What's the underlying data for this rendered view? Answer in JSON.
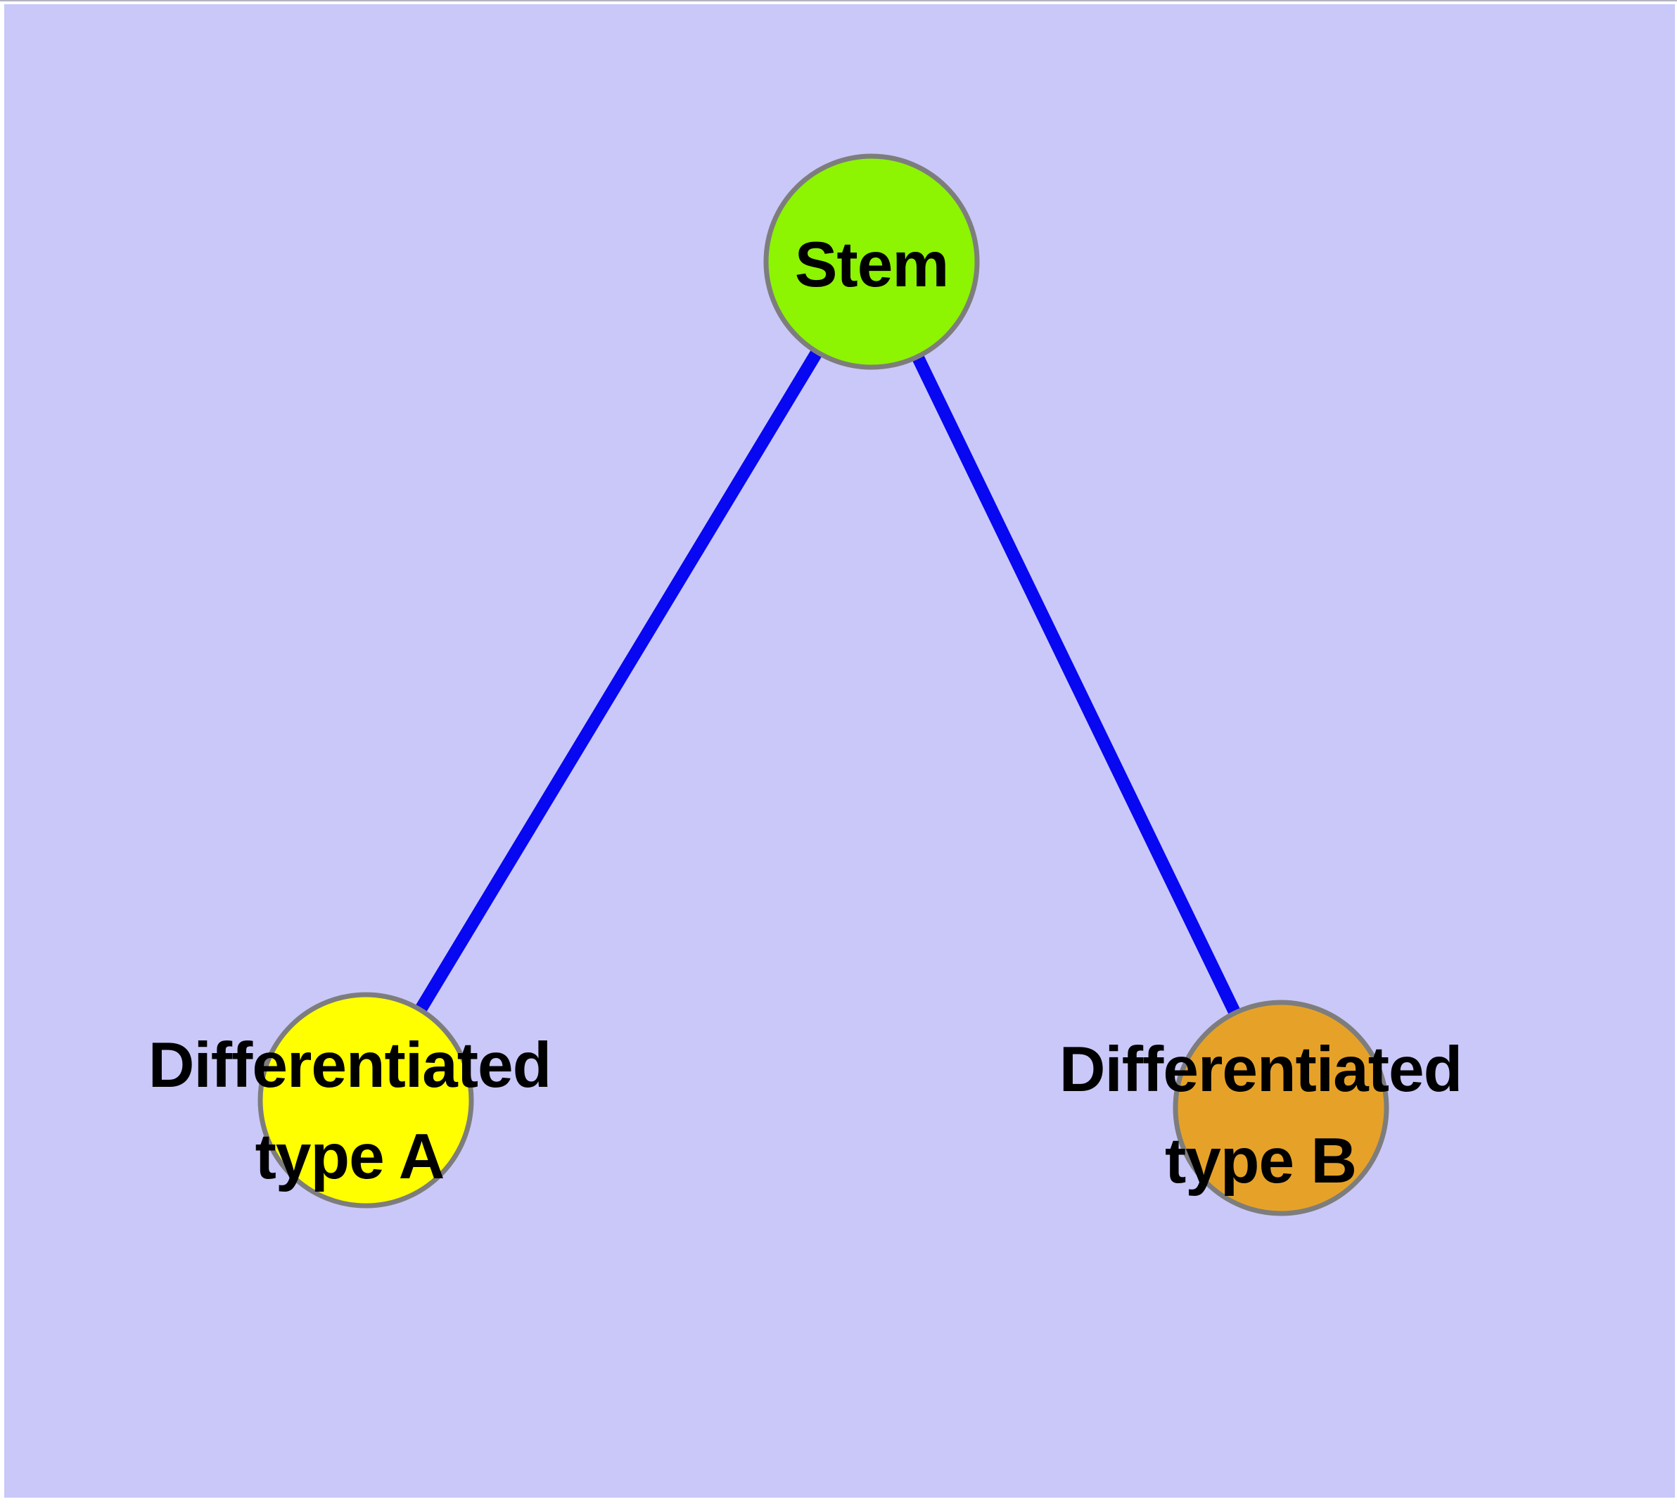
{
  "canvas": {
    "background_color": "#cac8f8",
    "frame_color": "#ffffff"
  },
  "graph": {
    "node_border_color": "#7d7d7d",
    "node_border_width": 7,
    "edge_color": "#0707f2",
    "edge_width": 18,
    "nodes": [
      {
        "id": "stem",
        "label": "Stem",
        "fill": "#8df402"
      },
      {
        "id": "type-a",
        "label": "Differentiated\ntype A",
        "fill": "#ffff00"
      },
      {
        "id": "type-b",
        "label": "Differentiated\ntype B",
        "fill": "#e6a228"
      }
    ],
    "edges": [
      {
        "from": "stem",
        "to": "type-a"
      },
      {
        "from": "stem",
        "to": "type-b"
      }
    ]
  }
}
